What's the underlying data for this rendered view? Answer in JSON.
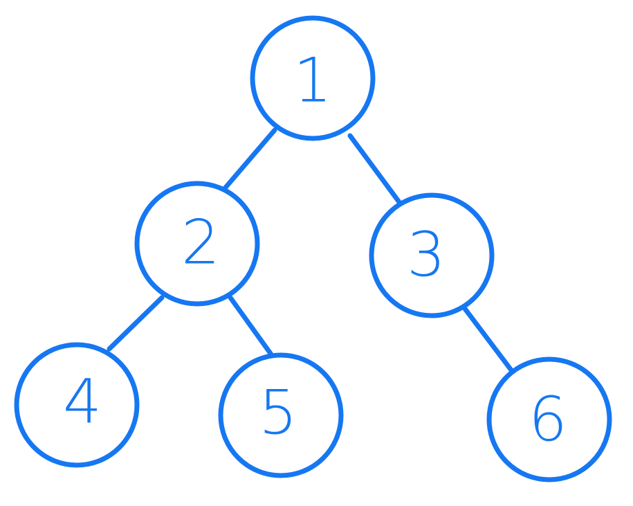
{
  "diagram": {
    "type": "binary-tree",
    "color": "#1677f2",
    "nodes": [
      {
        "id": "n1",
        "label": "1"
      },
      {
        "id": "n2",
        "label": "2"
      },
      {
        "id": "n3",
        "label": "3"
      },
      {
        "id": "n4",
        "label": "4"
      },
      {
        "id": "n5",
        "label": "5"
      },
      {
        "id": "n6",
        "label": "6"
      }
    ],
    "edges": [
      {
        "from": "n1",
        "to": "n2"
      },
      {
        "from": "n1",
        "to": "n3"
      },
      {
        "from": "n2",
        "to": "n4"
      },
      {
        "from": "n2",
        "to": "n5"
      },
      {
        "from": "n3",
        "to": "n6"
      }
    ]
  }
}
